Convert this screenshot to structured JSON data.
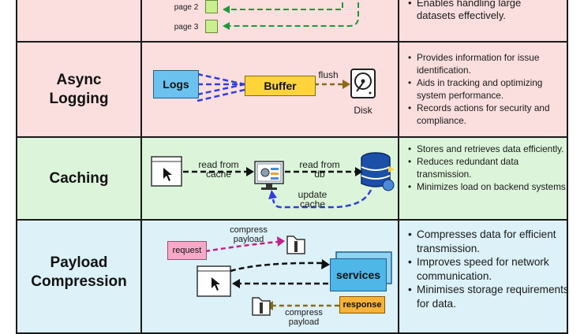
{
  "pagination": {
    "page2": "page 2",
    "page3": "page 3",
    "benefits_tail": [
      "Enables handling large",
      "datasets effectively."
    ]
  },
  "async_logging": {
    "title_lines": [
      "Async",
      "Logging"
    ],
    "logs": "Logs",
    "buffer": "Buffer",
    "flush": "flush",
    "disk": "Disk",
    "benefits": [
      "Provides information for issue identification.",
      "Aids in tracking and optimizing system performance.",
      "Records actions for security and compliance."
    ]
  },
  "caching": {
    "title": "Caching",
    "read_from_cache": [
      "read from",
      "cache"
    ],
    "read_from_db": [
      "read from",
      "db"
    ],
    "update_cache": [
      "update",
      "cache"
    ],
    "benefits": [
      "Stores and retrieves data efficiently.",
      "Reduces redundant data transmission.",
      "Minimizes load on backend systems."
    ]
  },
  "payload_compression": {
    "title_lines": [
      "Payload",
      "Compression"
    ],
    "request": "request",
    "compress_payload_top": [
      "compress",
      "payload"
    ],
    "services": "services",
    "response": "response",
    "compress_payload_bottom": [
      "compress",
      "payload"
    ],
    "benefits": [
      "Compresses data for efficient transmission.",
      "Improves speed for network communication.",
      "Minimises storage requirements for data."
    ]
  },
  "colors": {
    "pink_row": "#fbdede",
    "green_row": "#dcf5da",
    "blue_row": "#dcf1f8",
    "logs_box": "#6cc2ee",
    "buffer_box": "#ffd43b",
    "services_box": "#4fb6e8",
    "request_box": "#f8a9c8",
    "response_box": "#f7b23b",
    "page_square": "#c8f08f",
    "blue_arrow": "#2f3fdc",
    "brown_arrow": "#8a6a1a",
    "green_arrow": "#1a9a3a",
    "magenta_arrow": "#c0208a"
  }
}
